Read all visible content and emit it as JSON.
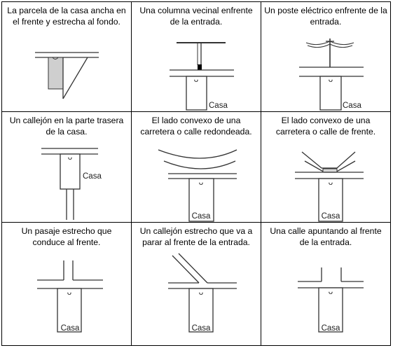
{
  "house_label": "Casa",
  "door_mark": "ᴗ",
  "cells": [
    {
      "caption": "La parcela de la casa ancha en el frente y estrecha al fondo."
    },
    {
      "caption": "Una columna vecinal enfrente de la entrada."
    },
    {
      "caption": "Un poste eléctrico enfrente de la entrada."
    },
    {
      "caption": "Un callejón en la parte trasera de la casa."
    },
    {
      "caption": "El lado convexo de una carretera o calle redondeada."
    },
    {
      "caption": "El lado convexo de una carretera o calle de frente."
    },
    {
      "caption": "Un pasaje estrecho que conduce al frente."
    },
    {
      "caption": "Un callejón estrecho que va a parar al frente de la entrada."
    },
    {
      "caption": "Una calle apuntando al frente de la entrada."
    }
  ],
  "colors": {
    "line": "#333333",
    "fill_gray": "#cfcfcf",
    "post": "#000000"
  }
}
